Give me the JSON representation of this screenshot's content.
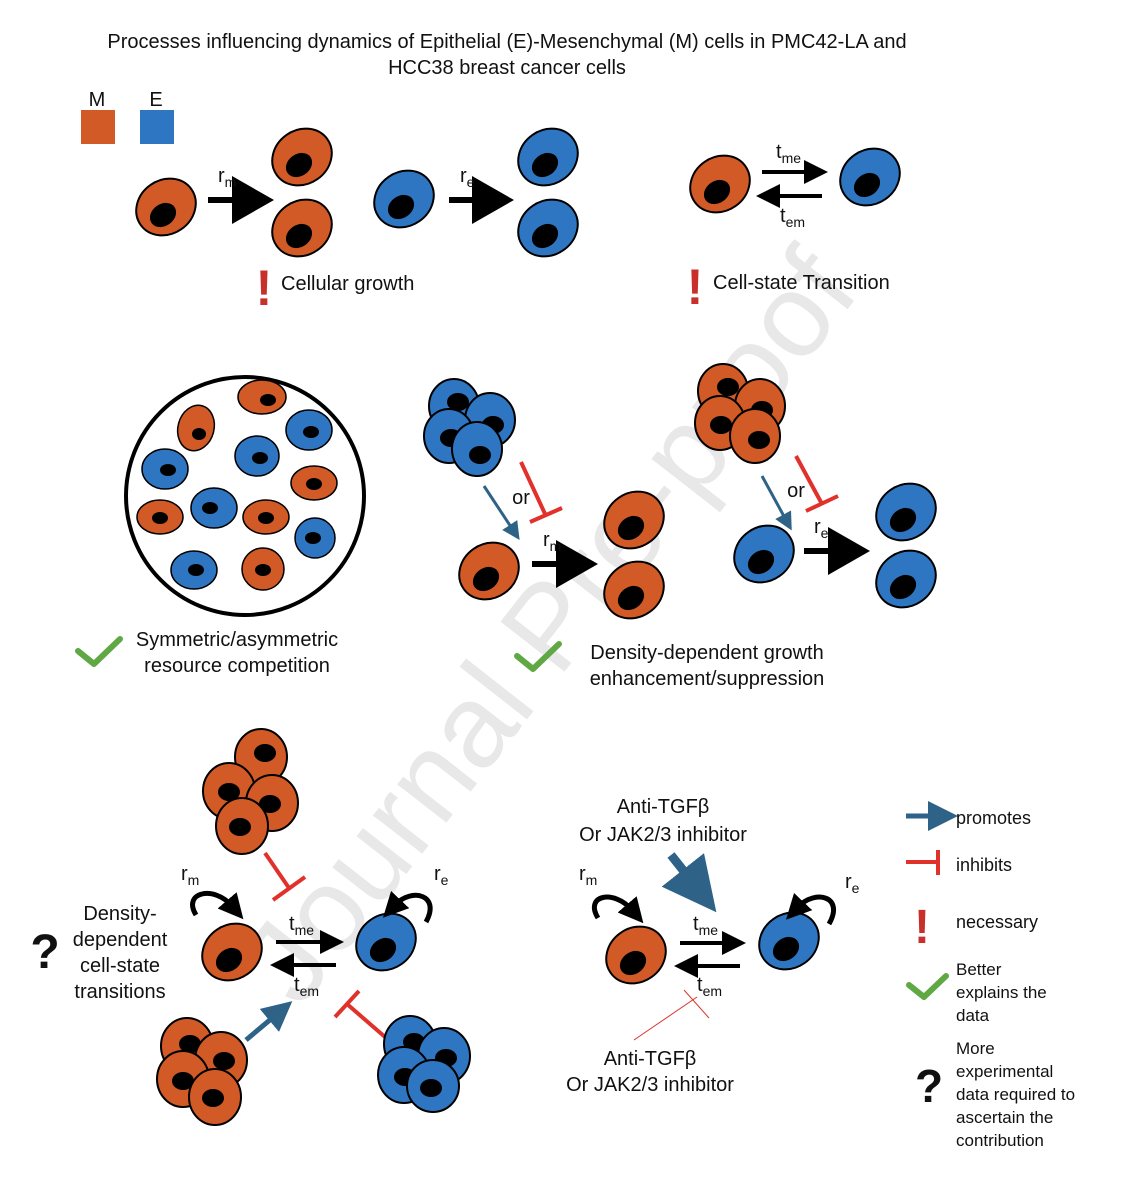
{
  "title": {
    "line1": "Processes influencing dynamics of Epithelial (E)-Mesenchymal (M) cells in PMC42-LA and",
    "line2": "HCC38 breast cancer cells"
  },
  "key": {
    "m_label": "M",
    "e_label": "E"
  },
  "colors": {
    "mesenchymal": "#d15a26",
    "epithelial": "#2f76c2",
    "promotes": "#2e6287",
    "inhibits": "#e0312b",
    "check": "#5fa844",
    "necessary": "#c8302b"
  },
  "panels": {
    "growth": {
      "rate_m": "r",
      "rate_m_sub": "m",
      "rate_e": "r",
      "rate_e_sub": "e",
      "caption": "Cellular growth"
    },
    "transition": {
      "t_me": "t",
      "t_me_sub": "me",
      "t_em": "t",
      "t_em_sub": "em",
      "caption": "Cell-state Transition"
    },
    "competition": {
      "caption_line1": "Symmetric/asymmetric",
      "caption_line2": "resource competition"
    },
    "density_growth": {
      "or_label": "or",
      "rate_m": "r",
      "rate_m_sub": "m",
      "rate_e": "r",
      "rate_e_sub": "e",
      "caption_line1": "Density-dependent growth",
      "caption_line2": "enhancement/suppression"
    },
    "density_transition": {
      "label_line1": "Density-",
      "label_line2": "dependent",
      "label_line3": "cell-state",
      "label_line4": "transitions",
      "rate_m": "r",
      "rate_m_sub": "m",
      "rate_e": "r",
      "rate_e_sub": "e",
      "t_me": "t",
      "t_me_sub": "me",
      "t_em": "t",
      "t_em_sub": "em"
    },
    "inhibitor": {
      "top_line1": "Anti-TGFβ",
      "top_line2": "Or JAK2/3 inhibitor",
      "bottom_line1": "Anti-TGFβ",
      "bottom_line2": "Or JAK2/3 inhibitor",
      "rate_m": "r",
      "rate_m_sub": "m",
      "rate_e": "r",
      "rate_e_sub": "e",
      "t_me": "t",
      "t_me_sub": "me",
      "t_em": "t",
      "t_em_sub": "em"
    }
  },
  "legend": {
    "promotes": "promotes",
    "inhibits": "inhibits",
    "necessary": "necessary",
    "better_line1": "Better",
    "better_line2": "explains the",
    "better_line3": "data",
    "more_line1": "More",
    "more_line2": "experimental",
    "more_line3": "data required to",
    "more_line4": "ascertain the",
    "more_line5": "contribution"
  },
  "symbols": {
    "necessary": "!",
    "question": "?",
    "check_icon": "check-icon"
  },
  "watermark": "Journal Pre-proof"
}
